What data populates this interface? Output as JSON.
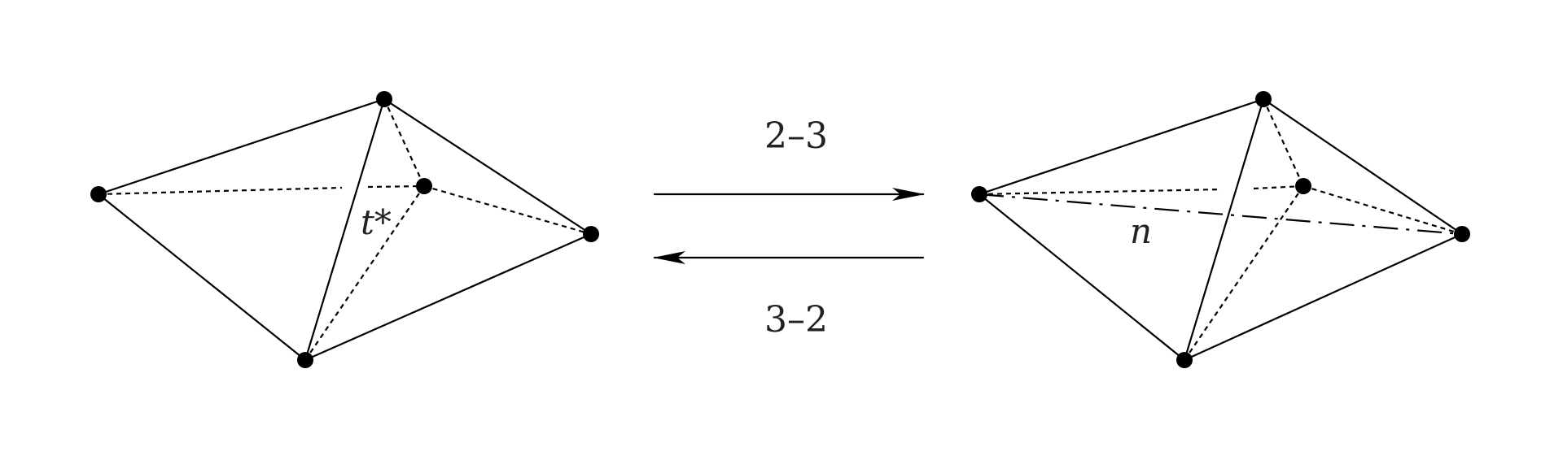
{
  "diagram": {
    "left_label": "t*",
    "right_label": "n",
    "forward_label": "2–3",
    "backward_label": "3–2",
    "colors": {
      "ink": "#000000",
      "text": "#222222",
      "background": "#ffffff"
    }
  }
}
